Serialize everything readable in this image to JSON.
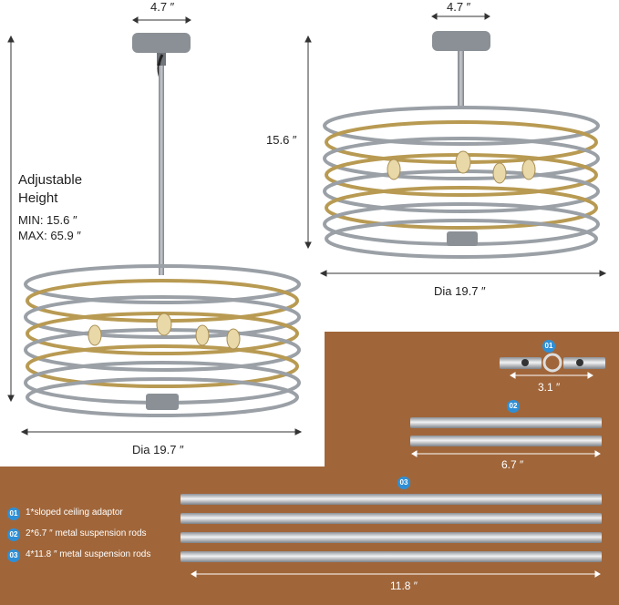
{
  "left_fixture": {
    "canopy_width": "4.7 ″",
    "height_label_line1": "Adjustable",
    "height_label_line2": "Height",
    "min_height": "MIN: 15.6 ″",
    "max_height": "MAX: 65.9 ″",
    "diameter": "Dia 19.7 ″"
  },
  "right_fixture": {
    "canopy_width": "4.7 ″",
    "height": "15.6 ″",
    "diameter": "Dia 19.7 ″"
  },
  "accessories": {
    "adaptor_badge": "01",
    "adaptor_length": "3.1 ″",
    "short_rods_badge": "02",
    "short_rods_length": "6.7 ″",
    "long_rods_badge": "03",
    "long_rods_length": "11.8 ″",
    "legend": [
      {
        "num": "01",
        "text": "1*sloped ceiling adaptor"
      },
      {
        "num": "02",
        "text": "2*6.7 ″  metal suspension rods"
      },
      {
        "num": "03",
        "text": "4*11.8 ″  metal suspension rods"
      }
    ]
  },
  "colors": {
    "background_panel": "#a0663a",
    "badge": "#2e8fd6",
    "silver": "#9aa0a6",
    "gold": "#b89a52"
  }
}
